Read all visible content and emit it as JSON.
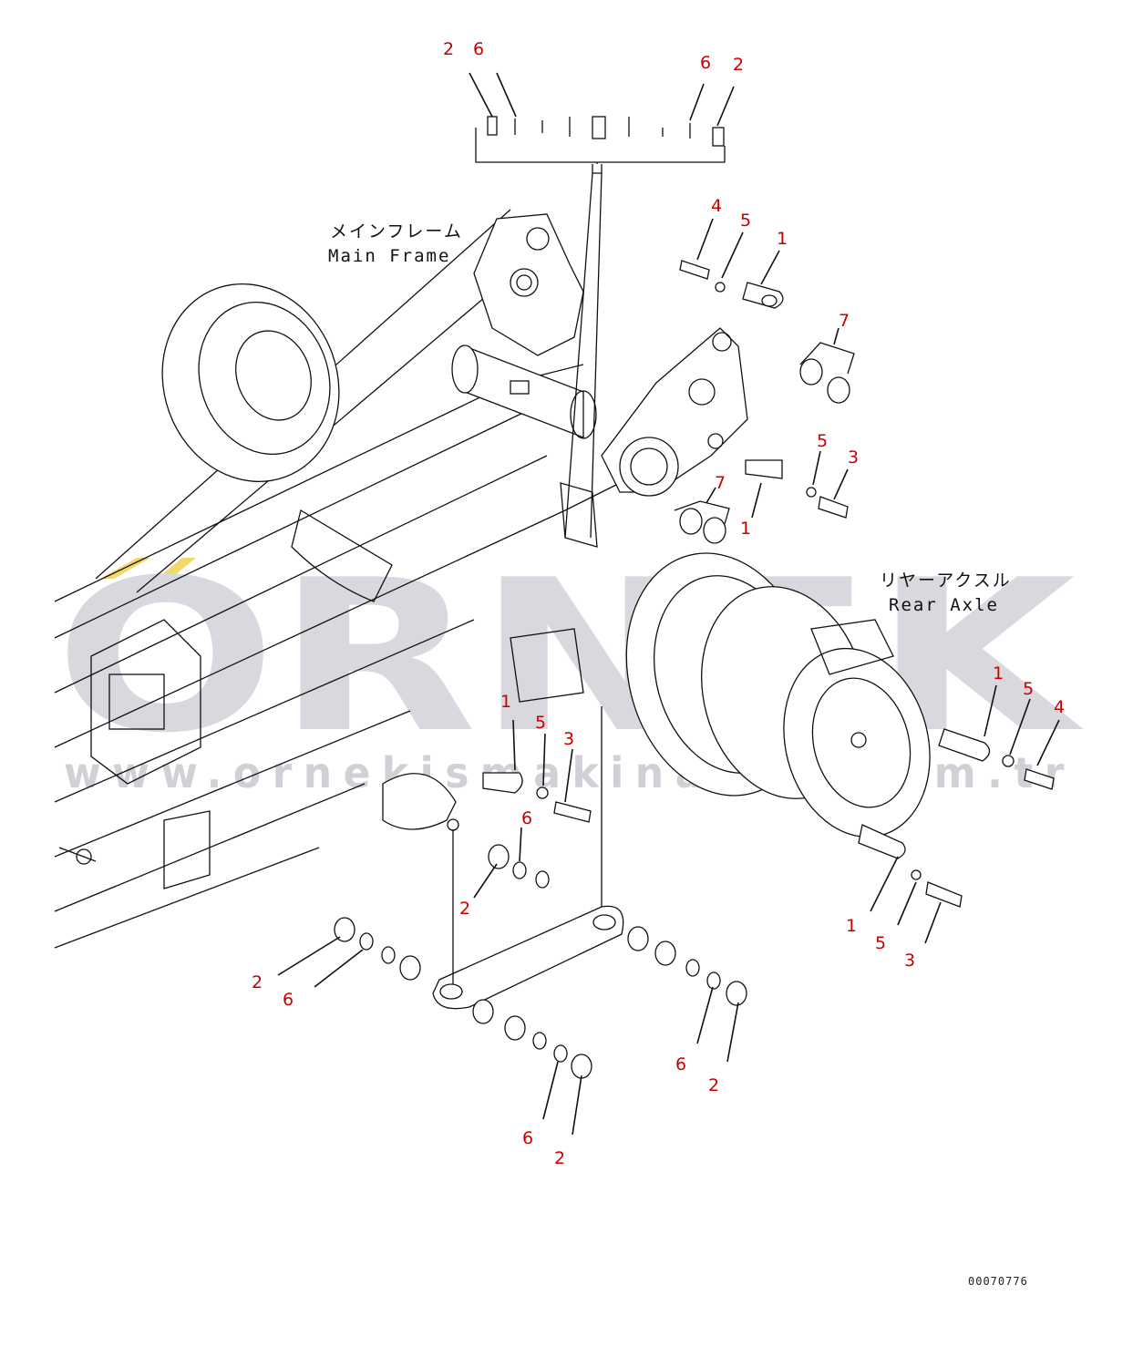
{
  "labels": {
    "main_frame_jp": "メインフレーム",
    "main_frame_en": "Main Frame",
    "rear_axle_jp": "リヤーアクスル",
    "rear_axle_en": "Rear Axle"
  },
  "watermark": {
    "brand": "ORNEK",
    "url": "www.ornekismakinalari.com.tr"
  },
  "document_number": "00070776",
  "callouts": [
    {
      "id": "c1",
      "text": "2"
    },
    {
      "id": "c2",
      "text": "6"
    },
    {
      "id": "c3",
      "text": "6"
    },
    {
      "id": "c4",
      "text": "2"
    },
    {
      "id": "c5",
      "text": "4"
    },
    {
      "id": "c6",
      "text": "5"
    },
    {
      "id": "c7",
      "text": "1"
    },
    {
      "id": "c8",
      "text": "7"
    },
    {
      "id": "c9",
      "text": "5"
    },
    {
      "id": "c10",
      "text": "3"
    },
    {
      "id": "c11",
      "text": "7"
    },
    {
      "id": "c12",
      "text": "1"
    },
    {
      "id": "c13",
      "text": "1"
    },
    {
      "id": "c14",
      "text": "5"
    },
    {
      "id": "c15",
      "text": "4"
    },
    {
      "id": "c16",
      "text": "1"
    },
    {
      "id": "c17",
      "text": "5"
    },
    {
      "id": "c18",
      "text": "3"
    },
    {
      "id": "c19",
      "text": "6"
    },
    {
      "id": "c20",
      "text": "2"
    },
    {
      "id": "c21",
      "text": "1"
    },
    {
      "id": "c22",
      "text": "5"
    },
    {
      "id": "c23",
      "text": "3"
    },
    {
      "id": "c24",
      "text": "2"
    },
    {
      "id": "c25",
      "text": "6"
    },
    {
      "id": "c26",
      "text": "6"
    },
    {
      "id": "c27",
      "text": "2"
    },
    {
      "id": "c28",
      "text": "6"
    },
    {
      "id": "c29",
      "text": "2"
    }
  ],
  "colors": {
    "callout": "#cc0000",
    "line": "#111111",
    "watermark": "#d8d8de"
  }
}
